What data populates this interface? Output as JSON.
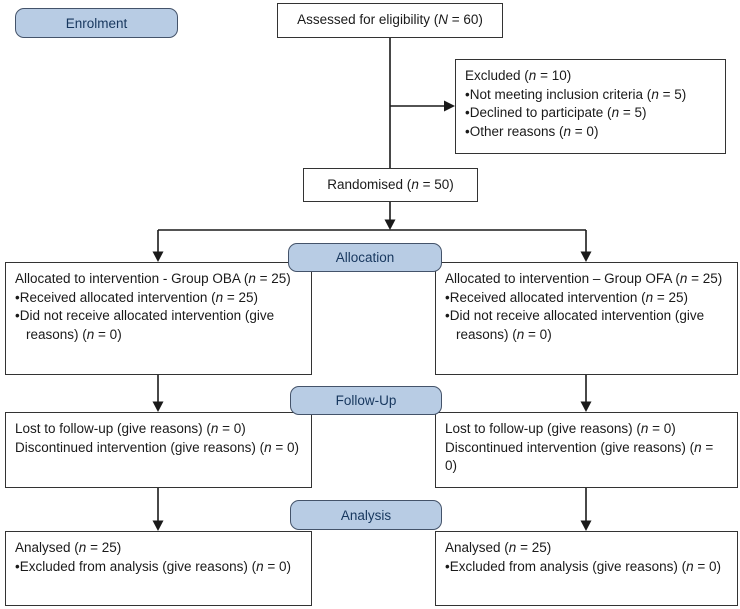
{
  "diagram": {
    "stages": {
      "enrolment": "Enrolment",
      "allocation": "Allocation",
      "follow_up": "Follow-Up",
      "analysis": "Analysis"
    },
    "assessed": "Assessed for eligibility (N = 60)",
    "excluded": {
      "title": "Excluded (n = 10)",
      "bullets": [
        "Not meeting inclusion criteria (n = 5)",
        "Declined to participate (n = 5)",
        "Other reasons (n = 0)"
      ]
    },
    "randomised": "Randomised (n = 50)",
    "allocation_left": {
      "title": "Allocated to intervention - Group OBA (n = 25)",
      "bullets": [
        "Received allocated intervention (n = 25)",
        "Did not receive allocated intervention (give reasons) (n = 0)"
      ]
    },
    "allocation_right": {
      "title": "Allocated to intervention – Group OFA (n = 25)",
      "bullets": [
        "Received allocated intervention (n = 25)",
        "Did not receive allocated intervention (give reasons) (n = 0)"
      ]
    },
    "followup_left": {
      "lines": [
        "Lost to follow-up (give reasons) (n = 0)",
        "Discontinued intervention (give reasons) (n = 0)"
      ]
    },
    "followup_right": {
      "lines": [
        "Lost to follow-up (give reasons) (n = 0)",
        "Discontinued intervention (give reasons) (n = 0)"
      ]
    },
    "analysis_left": {
      "title": "Analysed (n = 25)",
      "bullets": [
        "Excluded from analysis (give reasons) (n = 0)"
      ]
    },
    "analysis_right": {
      "title": "Analysed (n = 25)",
      "bullets": [
        "Excluded from analysis (give reasons) (n = 0)"
      ]
    }
  },
  "colors": {
    "label_fill": "#b8cce4",
    "label_border": "#44536a",
    "label_text": "#17375e",
    "box_border": "#333333",
    "line_color": "#1a1a1a"
  }
}
